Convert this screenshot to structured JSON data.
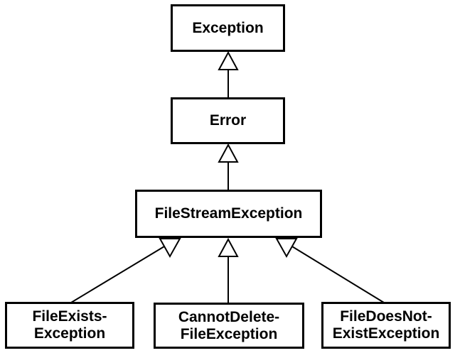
{
  "diagram": {
    "type": "uml-class-inheritance",
    "background_color": "#ffffff",
    "line_color": "#000000",
    "arrowhead_fill": "#ffffff",
    "nodes": {
      "exception": {
        "label": "Exception"
      },
      "error": {
        "label": "Error"
      },
      "file_stream_exception": {
        "label": "FileStreamException"
      },
      "file_exists_exception": {
        "label_line1": "FileExists-",
        "label_line2": "Exception"
      },
      "cannot_delete_file_exception": {
        "label_line1": "CannotDelete-",
        "label_line2": "FileException"
      },
      "file_does_not_exist_exception": {
        "label_line1": "FileDoesNot-",
        "label_line2": "ExistException"
      }
    },
    "edges": [
      {
        "from": "Error",
        "to": "Exception",
        "type": "generalization"
      },
      {
        "from": "FileStreamException",
        "to": "Error",
        "type": "generalization"
      },
      {
        "from": "FileExistsException",
        "to": "FileStreamException",
        "type": "generalization"
      },
      {
        "from": "CannotDeleteFileException",
        "to": "FileStreamException",
        "type": "generalization"
      },
      {
        "from": "FileDoesNotExistException",
        "to": "FileStreamException",
        "type": "generalization"
      }
    ]
  }
}
